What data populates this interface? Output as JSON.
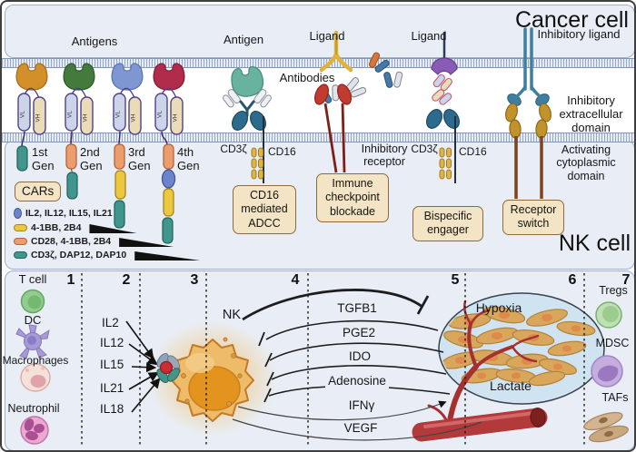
{
  "cancer_panel": {
    "title": "Cancer cell",
    "antigens": "Antigens",
    "antigen": "Antigen",
    "ligand_a": "Ligand",
    "ligand_b": "Ligand",
    "inhibitory_ligand": "Inhibitory ligand",
    "antibodies": "Antibodies",
    "inhibitory_extracellular": "Inhibitory extracellular domain"
  },
  "nk_panel": {
    "title": "NK cell",
    "cars": "CARs",
    "generations": [
      "1st Gen",
      "2nd Gen",
      "3rd Gen",
      "4th Gen"
    ],
    "scfv_vl": "VL",
    "scfv_vh": "VH",
    "legend": [
      {
        "text": "IL2, IL12, IL15, IL21"
      },
      {
        "text": "4-1BB, 2B4"
      },
      {
        "text": "CD28, 4-1BB, 2B4"
      },
      {
        "text": "CD3ζ, DAP12, DAP10"
      }
    ],
    "cd3z": "CD3ζ",
    "cd16": "CD16",
    "adcc_box": "CD16 mediated ADCC",
    "checkpoint_box": "Immune checkpoint blockade",
    "bispecific_box": "Bispecific engager",
    "switch_box": "Receptor switch",
    "inhibitory_receptor": "Inhibitory receptor",
    "activating_domain": "Activating cytoplasmic domain"
  },
  "bottom_panel": {
    "numbers": [
      "1",
      "2",
      "3",
      "4",
      "5",
      "6",
      "7"
    ],
    "immune_cells": [
      "T cell",
      "DC",
      "Macrophages",
      "Neutrophil"
    ],
    "cytokines": [
      "IL2",
      "IL12",
      "IL15",
      "IL21",
      "IL18"
    ],
    "nk": "NK",
    "factors": [
      "TGFB1",
      "PGE2",
      "IDO",
      "Adenosine",
      "IFNγ",
      "VEGF"
    ],
    "hypoxia": "Hypoxia",
    "lactate": "Lactate",
    "right_cells": [
      "Tregs",
      "MDSC",
      "TAFs"
    ]
  },
  "colors": {
    "panel_bg": "#e9eef6",
    "panel_border": "#9fb0c8",
    "box_bg": "#f3e4c6",
    "box_border": "#8a6b42",
    "car_teal": "#3f968c",
    "car_orange": "#ec9d6d",
    "car_yellow": "#ecc83f",
    "car_blue": "#6b85cc",
    "cd16_blue": "#2d6b8e",
    "inhibitory_red": "#c23b2e",
    "ligand_yellow": "#e0b23a",
    "switch_gold": "#c3932b",
    "nk_orange": "#e2941f",
    "tumor_tan": "#d8a75c",
    "hypoxia_blue": "#cfe3f0",
    "vessel_red": "#b23a3a"
  }
}
